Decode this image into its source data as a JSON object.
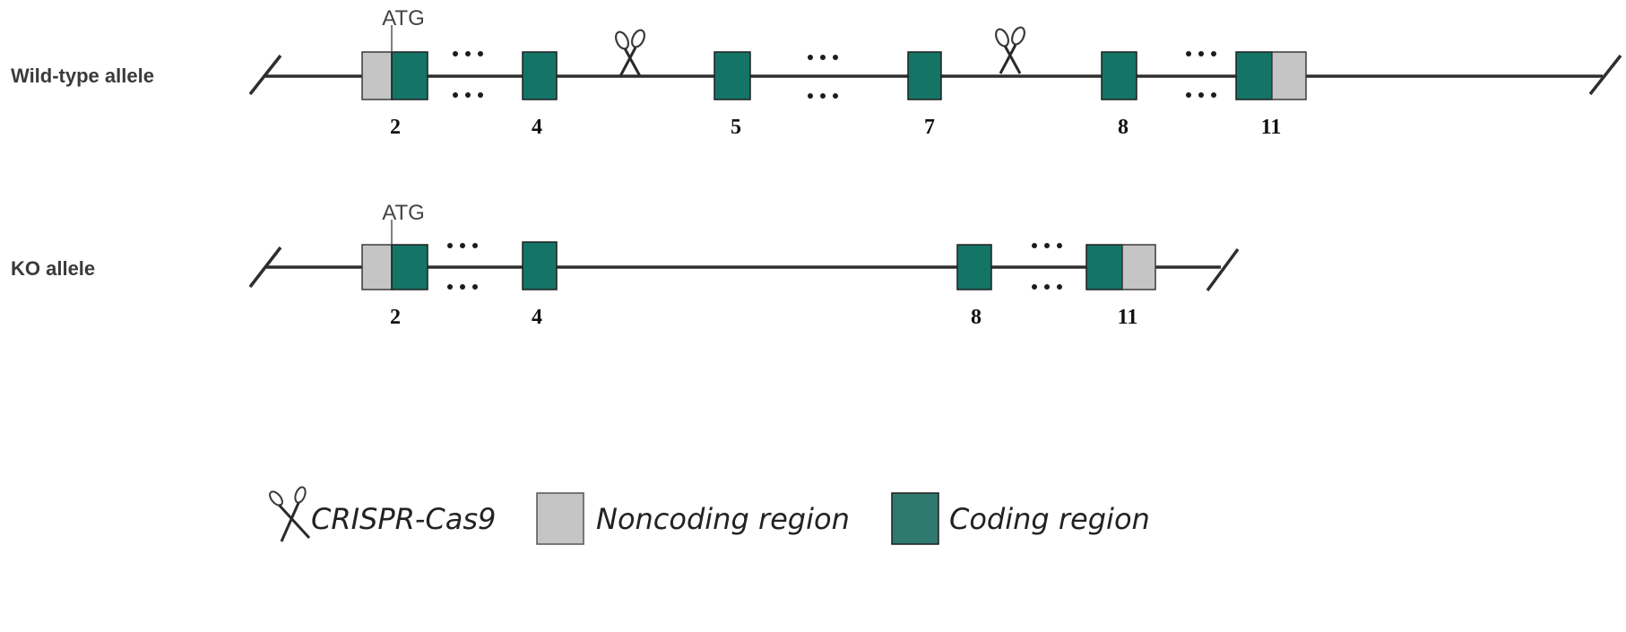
{
  "colors": {
    "coding": "#147567",
    "coding_legend": "#2f7a6e",
    "noncoding": "#c5c5c5",
    "line": "#2e2e2e"
  },
  "tracks": [
    {
      "label": "Wild-type allele",
      "start_codon": "ATG",
      "exon_numbers": [
        "2",
        "4",
        "5",
        "7",
        "8",
        "11"
      ],
      "cut_sites": 2
    },
    {
      "label": "KO allele",
      "start_codon": "ATG",
      "exon_numbers": [
        "2",
        "4",
        "8",
        "11"
      ],
      "cut_sites": 0
    }
  ],
  "legend": {
    "crispr": {
      "label": "CRISPR-Cas9",
      "icon": "scissors-icon"
    },
    "noncoding": {
      "label": "Noncoding region"
    },
    "coding": {
      "label": "Coding region"
    }
  }
}
